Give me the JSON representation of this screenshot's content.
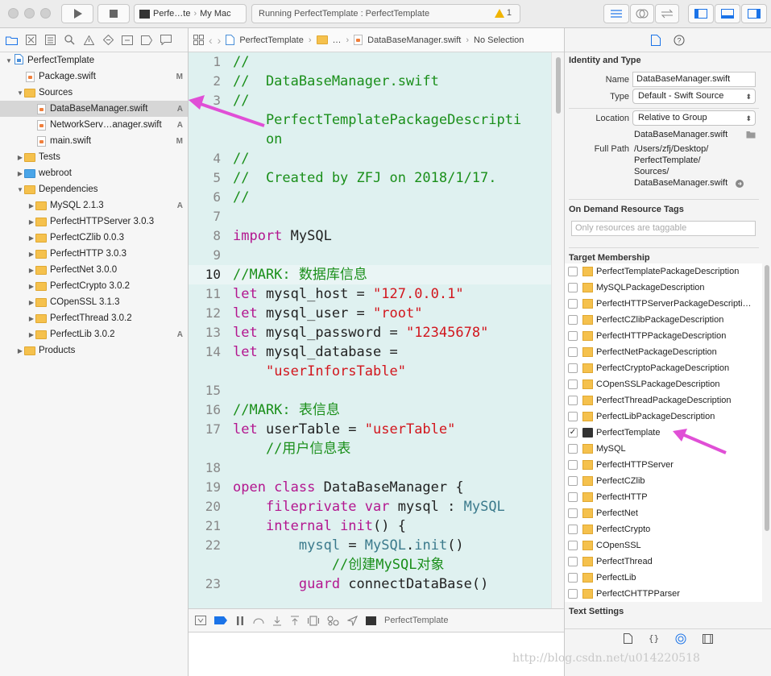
{
  "toolbar": {
    "scheme_target": "Perfe…te",
    "scheme_device": "My Mac",
    "activity_text": "Running PerfectTemplate : PerfectTemplate",
    "warning_count": "1"
  },
  "navigator": {
    "items": [
      {
        "label": "PerfectTemplate",
        "indent": 0,
        "icon": "project",
        "tri": "▼",
        "status": ""
      },
      {
        "label": "Package.swift",
        "indent": 1,
        "icon": "swift",
        "tri": "",
        "status": "M"
      },
      {
        "label": "Sources",
        "indent": 1,
        "icon": "folder",
        "tri": "▼",
        "status": ""
      },
      {
        "label": "DataBaseManager.swift",
        "indent": 2,
        "icon": "swift",
        "tri": "",
        "status": "A",
        "selected": true
      },
      {
        "label": "NetworkServ…anager.swift",
        "indent": 2,
        "icon": "swift",
        "tri": "",
        "status": "A"
      },
      {
        "label": "main.swift",
        "indent": 2,
        "icon": "swift",
        "tri": "",
        "status": "M"
      },
      {
        "label": "Tests",
        "indent": 1,
        "icon": "folder",
        "tri": "▶",
        "status": ""
      },
      {
        "label": "webroot",
        "indent": 1,
        "icon": "folder-blue",
        "tri": "▶",
        "status": ""
      },
      {
        "label": "Dependencies",
        "indent": 1,
        "icon": "folder",
        "tri": "▼",
        "status": ""
      },
      {
        "label": "MySQL 2.1.3",
        "indent": 2,
        "icon": "folder",
        "tri": "▶",
        "status": "A"
      },
      {
        "label": "PerfectHTTPServer 3.0.3",
        "indent": 2,
        "icon": "folder",
        "tri": "▶",
        "status": ""
      },
      {
        "label": "PerfectCZlib 0.0.3",
        "indent": 2,
        "icon": "folder",
        "tri": "▶",
        "status": ""
      },
      {
        "label": "PerfectHTTP 3.0.3",
        "indent": 2,
        "icon": "folder",
        "tri": "▶",
        "status": ""
      },
      {
        "label": "PerfectNet 3.0.0",
        "indent": 2,
        "icon": "folder",
        "tri": "▶",
        "status": ""
      },
      {
        "label": "PerfectCrypto 3.0.2",
        "indent": 2,
        "icon": "folder",
        "tri": "▶",
        "status": ""
      },
      {
        "label": "COpenSSL 3.1.3",
        "indent": 2,
        "icon": "folder",
        "tri": "▶",
        "status": ""
      },
      {
        "label": "PerfectThread 3.0.2",
        "indent": 2,
        "icon": "folder",
        "tri": "▶",
        "status": ""
      },
      {
        "label": "PerfectLib 3.0.2",
        "indent": 2,
        "icon": "folder",
        "tri": "▶",
        "status": "A"
      },
      {
        "label": "Products",
        "indent": 1,
        "icon": "folder",
        "tri": "▶",
        "status": ""
      }
    ]
  },
  "jumpbar": {
    "project": "PerfectTemplate",
    "ellipsis": "…",
    "file": "DataBaseManager.swift",
    "selection": "No Selection"
  },
  "editor": {
    "lines": [
      {
        "n": "1",
        "parts": [
          [
            "c",
            "//"
          ]
        ]
      },
      {
        "n": "2",
        "parts": [
          [
            "c",
            "//  DataBaseManager.swift"
          ]
        ]
      },
      {
        "n": "3",
        "parts": [
          [
            "c",
            "//"
          ]
        ]
      },
      {
        "n": "",
        "parts": [
          [
            "c",
            "    PerfectTemplatePackageDescripti"
          ]
        ]
      },
      {
        "n": "",
        "parts": [
          [
            "c",
            "    on"
          ]
        ]
      },
      {
        "n": "4",
        "parts": [
          [
            "c",
            "//"
          ]
        ]
      },
      {
        "n": "5",
        "parts": [
          [
            "c",
            "//  Created by ZFJ on 2018/1/17."
          ]
        ]
      },
      {
        "n": "6",
        "parts": [
          [
            "c",
            "//"
          ]
        ]
      },
      {
        "n": "7",
        "parts": []
      },
      {
        "n": "8",
        "parts": [
          [
            "k",
            "import"
          ],
          [
            "p",
            " MySQL"
          ]
        ]
      },
      {
        "n": "9",
        "parts": []
      },
      {
        "n": "10",
        "hl": true,
        "parts": [
          [
            "c",
            "//MARK: 数据库信息"
          ]
        ]
      },
      {
        "n": "11",
        "parts": [
          [
            "k",
            "let"
          ],
          [
            "p",
            " mysql_host = "
          ],
          [
            "s",
            "\"127.0.0.1\""
          ]
        ]
      },
      {
        "n": "12",
        "parts": [
          [
            "k",
            "let"
          ],
          [
            "p",
            " mysql_user = "
          ],
          [
            "s",
            "\"root\""
          ]
        ]
      },
      {
        "n": "13",
        "parts": [
          [
            "k",
            "let"
          ],
          [
            "p",
            " mysql_password = "
          ],
          [
            "s",
            "\"12345678\""
          ]
        ]
      },
      {
        "n": "14",
        "parts": [
          [
            "k",
            "let"
          ],
          [
            "p",
            " mysql_database ="
          ]
        ]
      },
      {
        "n": "",
        "parts": [
          [
            "p",
            "    "
          ],
          [
            "s",
            "\"userInforsTable\""
          ]
        ]
      },
      {
        "n": "15",
        "parts": []
      },
      {
        "n": "16",
        "parts": [
          [
            "c",
            "//MARK: 表信息"
          ]
        ]
      },
      {
        "n": "17",
        "parts": [
          [
            "k",
            "let"
          ],
          [
            "p",
            " userTable = "
          ],
          [
            "s",
            "\"userTable\""
          ]
        ]
      },
      {
        "n": "",
        "parts": [
          [
            "c",
            "    //用户信息表"
          ]
        ]
      },
      {
        "n": "18",
        "parts": []
      },
      {
        "n": "19",
        "parts": [
          [
            "k",
            "open class"
          ],
          [
            "p",
            " DataBaseManager {"
          ]
        ]
      },
      {
        "n": "20",
        "parts": [
          [
            "p",
            "    "
          ],
          [
            "k",
            "fileprivate var"
          ],
          [
            "p",
            " mysql : "
          ],
          [
            "t",
            "MySQL"
          ]
        ]
      },
      {
        "n": "21",
        "parts": [
          [
            "p",
            "    "
          ],
          [
            "k",
            "internal init"
          ],
          [
            "p",
            "() {"
          ]
        ]
      },
      {
        "n": "22",
        "parts": [
          [
            "p",
            "        "
          ],
          [
            "t",
            "mysql"
          ],
          [
            "p",
            " = "
          ],
          [
            "t",
            "MySQL"
          ],
          [
            "p",
            "."
          ],
          [
            "t",
            "init"
          ],
          [
            "p",
            "()"
          ]
        ]
      },
      {
        "n": "",
        "parts": [
          [
            "c",
            "            //创建MySQL对象"
          ]
        ]
      },
      {
        "n": "23",
        "parts": [
          [
            "p",
            "        "
          ],
          [
            "k",
            "guard"
          ],
          [
            "p",
            " connectDataBase()"
          ]
        ]
      }
    ]
  },
  "debugbar": {
    "process": "PerfectTemplate"
  },
  "inspector": {
    "identity_title": "Identity and Type",
    "name_label": "Name",
    "name_value": "DataBaseManager.swift",
    "type_label": "Type",
    "type_value": "Default - Swift Source",
    "location_label": "Location",
    "location_value": "Relative to Group",
    "location_file": "DataBaseManager.swift",
    "fullpath_label": "Full Path",
    "fullpath_lines": [
      "/Users/zfj/Desktop/",
      "PerfectTemplate/",
      "Sources/",
      "DataBaseManager.swift"
    ],
    "odr_title": "On Demand Resource Tags",
    "odr_placeholder": "Only resources are taggable",
    "tm_title": "Target Membership",
    "targets": [
      {
        "label": "PerfectTemplatePackageDescription",
        "checked": false,
        "icon": "pkg"
      },
      {
        "label": "MySQLPackageDescription",
        "checked": false,
        "icon": "pkg"
      },
      {
        "label": "PerfectHTTPServerPackageDescripti…",
        "checked": false,
        "icon": "pkg"
      },
      {
        "label": "PerfectCZlibPackageDescription",
        "checked": false,
        "icon": "pkg"
      },
      {
        "label": "PerfectHTTPPackageDescription",
        "checked": false,
        "icon": "pkg"
      },
      {
        "label": "PerfectNetPackageDescription",
        "checked": false,
        "icon": "pkg"
      },
      {
        "label": "PerfectCryptoPackageDescription",
        "checked": false,
        "icon": "pkg"
      },
      {
        "label": "COpenSSLPackageDescription",
        "checked": false,
        "icon": "pkg"
      },
      {
        "label": "PerfectThreadPackageDescription",
        "checked": false,
        "icon": "pkg"
      },
      {
        "label": "PerfectLibPackageDescription",
        "checked": false,
        "icon": "pkg"
      },
      {
        "label": "PerfectTemplate",
        "checked": true,
        "icon": "app"
      },
      {
        "label": "MySQL",
        "checked": false,
        "icon": "lib"
      },
      {
        "label": "PerfectHTTPServer",
        "checked": false,
        "icon": "lib"
      },
      {
        "label": "PerfectCZlib",
        "checked": false,
        "icon": "lib"
      },
      {
        "label": "PerfectHTTP",
        "checked": false,
        "icon": "lib"
      },
      {
        "label": "PerfectNet",
        "checked": false,
        "icon": "lib"
      },
      {
        "label": "PerfectCrypto",
        "checked": false,
        "icon": "lib"
      },
      {
        "label": "COpenSSL",
        "checked": false,
        "icon": "lib"
      },
      {
        "label": "PerfectThread",
        "checked": false,
        "icon": "lib"
      },
      {
        "label": "PerfectLib",
        "checked": false,
        "icon": "lib"
      },
      {
        "label": "PerfectCHTTPParser",
        "checked": false,
        "icon": "lib"
      }
    ],
    "text_settings_title": "Text Settings"
  },
  "watermark": "http://blog.csdn.net/u014220518",
  "colors": {
    "annotation_arrow": "#e04fd6",
    "editor_bg": "#dff1f0",
    "comment": "#1a8f1a",
    "keyword": "#b3168f",
    "string": "#d2161d"
  }
}
